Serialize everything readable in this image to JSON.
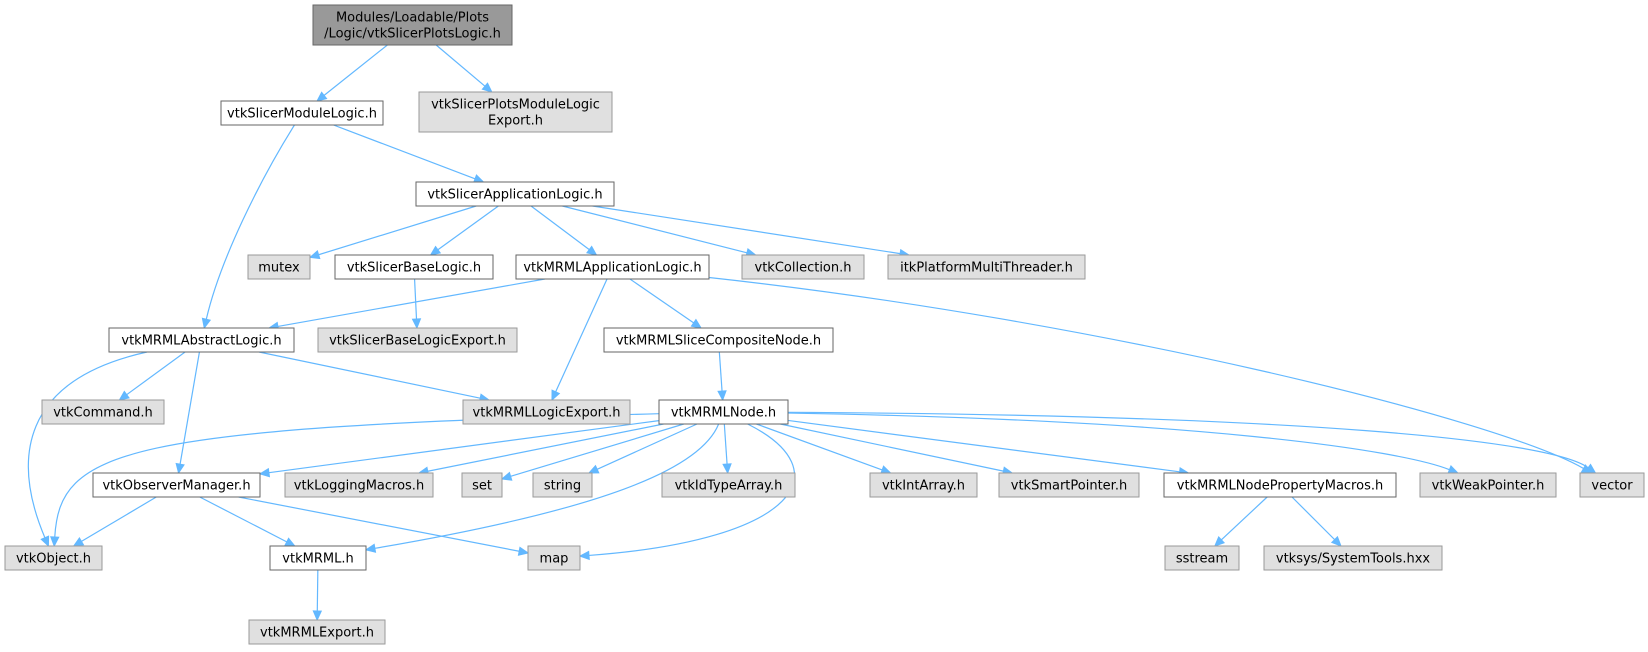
{
  "nodes": [
    {
      "id": "root",
      "lines": [
        "Modules/Loadable/Plots",
        "/Logic/vtkSlicerPlotsLogic.h"
      ]
    },
    {
      "id": "moduleLogic",
      "lines": [
        "vtkSlicerModuleLogic.h"
      ]
    },
    {
      "id": "plotsExport",
      "lines": [
        "vtkSlicerPlotsModuleLogic",
        "Export.h"
      ]
    },
    {
      "id": "appLogic",
      "lines": [
        "vtkSlicerApplicationLogic.h"
      ]
    },
    {
      "id": "mutex",
      "lines": [
        "mutex"
      ]
    },
    {
      "id": "baseLogic",
      "lines": [
        "vtkSlicerBaseLogic.h"
      ]
    },
    {
      "id": "mrmlAppLogic",
      "lines": [
        "vtkMRMLApplicationLogic.h"
      ]
    },
    {
      "id": "collection",
      "lines": [
        "vtkCollection.h"
      ]
    },
    {
      "id": "itkThreader",
      "lines": [
        "itkPlatformMultiThreader.h"
      ]
    },
    {
      "id": "abstractLogic",
      "lines": [
        "vtkMRMLAbstractLogic.h"
      ]
    },
    {
      "id": "baseLogicExport",
      "lines": [
        "vtkSlicerBaseLogicExport.h"
      ]
    },
    {
      "id": "sliceComposite",
      "lines": [
        "vtkMRMLSliceCompositeNode.h"
      ]
    },
    {
      "id": "command",
      "lines": [
        "vtkCommand.h"
      ]
    },
    {
      "id": "logicExport",
      "lines": [
        "vtkMRMLLogicExport.h"
      ]
    },
    {
      "id": "mrmlNode",
      "lines": [
        "vtkMRMLNode.h"
      ]
    },
    {
      "id": "observerMgr",
      "lines": [
        "vtkObserverManager.h"
      ]
    },
    {
      "id": "loggingMacros",
      "lines": [
        "vtkLoggingMacros.h"
      ]
    },
    {
      "id": "set",
      "lines": [
        "set"
      ]
    },
    {
      "id": "string",
      "lines": [
        "string"
      ]
    },
    {
      "id": "idTypeArray",
      "lines": [
        "vtkIdTypeArray.h"
      ]
    },
    {
      "id": "intArray",
      "lines": [
        "vtkIntArray.h"
      ]
    },
    {
      "id": "smartPointer",
      "lines": [
        "vtkSmartPointer.h"
      ]
    },
    {
      "id": "nodePropMacros",
      "lines": [
        "vtkMRMLNodePropertyMacros.h"
      ]
    },
    {
      "id": "weakPointer",
      "lines": [
        "vtkWeakPointer.h"
      ]
    },
    {
      "id": "vector",
      "lines": [
        "vector"
      ]
    },
    {
      "id": "object",
      "lines": [
        "vtkObject.h"
      ]
    },
    {
      "id": "mrml",
      "lines": [
        "vtkMRML.h"
      ]
    },
    {
      "id": "map",
      "lines": [
        "map"
      ]
    },
    {
      "id": "sstream",
      "lines": [
        "sstream"
      ]
    },
    {
      "id": "systemTools",
      "lines": [
        "vtksys/SystemTools.hxx"
      ]
    },
    {
      "id": "mrmlExport",
      "lines": [
        "vtkMRMLExport.h"
      ]
    }
  ],
  "edges": [
    [
      "root",
      "moduleLogic"
    ],
    [
      "root",
      "plotsExport"
    ],
    [
      "moduleLogic",
      "abstractLogic"
    ],
    [
      "moduleLogic",
      "appLogic"
    ],
    [
      "appLogic",
      "mutex"
    ],
    [
      "appLogic",
      "baseLogic"
    ],
    [
      "appLogic",
      "mrmlAppLogic"
    ],
    [
      "appLogic",
      "collection"
    ],
    [
      "appLogic",
      "itkThreader"
    ],
    [
      "baseLogic",
      "baseLogicExport"
    ],
    [
      "mrmlAppLogic",
      "abstractLogic"
    ],
    [
      "mrmlAppLogic",
      "logicExport"
    ],
    [
      "mrmlAppLogic",
      "sliceComposite"
    ],
    [
      "mrmlAppLogic",
      "vector"
    ],
    [
      "abstractLogic",
      "object"
    ],
    [
      "abstractLogic",
      "command"
    ],
    [
      "abstractLogic",
      "observerMgr"
    ],
    [
      "abstractLogic",
      "logicExport"
    ],
    [
      "sliceComposite",
      "mrmlNode"
    ],
    [
      "mrmlNode",
      "object"
    ],
    [
      "mrmlNode",
      "observerMgr"
    ],
    [
      "mrmlNode",
      "loggingMacros"
    ],
    [
      "mrmlNode",
      "set"
    ],
    [
      "mrmlNode",
      "string"
    ],
    [
      "mrmlNode",
      "mrml"
    ],
    [
      "mrmlNode",
      "idTypeArray"
    ],
    [
      "mrmlNode",
      "map"
    ],
    [
      "mrmlNode",
      "intArray"
    ],
    [
      "mrmlNode",
      "smartPointer"
    ],
    [
      "mrmlNode",
      "nodePropMacros"
    ],
    [
      "mrmlNode",
      "weakPointer"
    ],
    [
      "mrmlNode",
      "vector"
    ],
    [
      "observerMgr",
      "object"
    ],
    [
      "observerMgr",
      "mrml"
    ],
    [
      "observerMgr",
      "map"
    ],
    [
      "nodePropMacros",
      "sstream"
    ],
    [
      "nodePropMacros",
      "systemTools"
    ],
    [
      "mrml",
      "mrmlExport"
    ]
  ]
}
